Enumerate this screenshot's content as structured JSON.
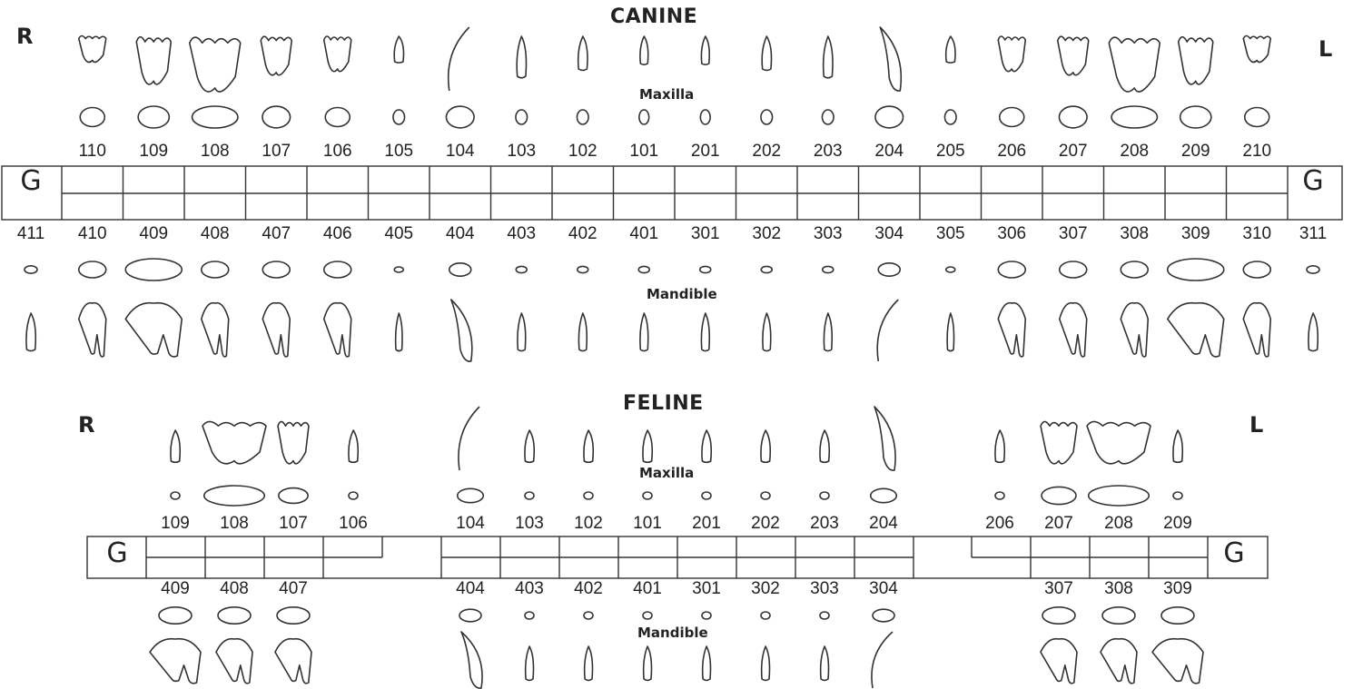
{
  "canine": {
    "title": "CANINE",
    "right_label": "R",
    "left_label": "L",
    "maxilla_label": "Maxilla",
    "mandible_label": "Mandible",
    "grid_label_left": "G",
    "grid_label_right": "G",
    "upper_numbers": [
      "110",
      "109",
      "108",
      "107",
      "106",
      "105",
      "104",
      "103",
      "102",
      "101",
      "201",
      "202",
      "203",
      "204",
      "205",
      "206",
      "207",
      "208",
      "209",
      "210"
    ],
    "lower_numbers": [
      "411",
      "410",
      "409",
      "408",
      "407",
      "406",
      "405",
      "404",
      "403",
      "402",
      "401",
      "301",
      "302",
      "303",
      "304",
      "305",
      "306",
      "307",
      "308",
      "309",
      "310",
      "311"
    ]
  },
  "feline": {
    "title": "FELINE",
    "right_label": "R",
    "left_label": "L",
    "maxilla_label": "Maxilla",
    "mandible_label": "Mandible",
    "grid_label_left": "G",
    "grid_label_right": "G",
    "upper_numbers_right": [
      "109",
      "108",
      "107",
      "106"
    ],
    "upper_numbers_center": [
      "104",
      "103",
      "102",
      "101",
      "201",
      "202",
      "203",
      "204"
    ],
    "upper_numbers_left": [
      "206",
      "207",
      "208",
      "209"
    ],
    "lower_numbers_right": [
      "409",
      "408",
      "407"
    ],
    "lower_numbers_center": [
      "404",
      "403",
      "402",
      "401",
      "301",
      "302",
      "303",
      "304"
    ],
    "lower_numbers_left": [
      "307",
      "308",
      "309"
    ]
  }
}
